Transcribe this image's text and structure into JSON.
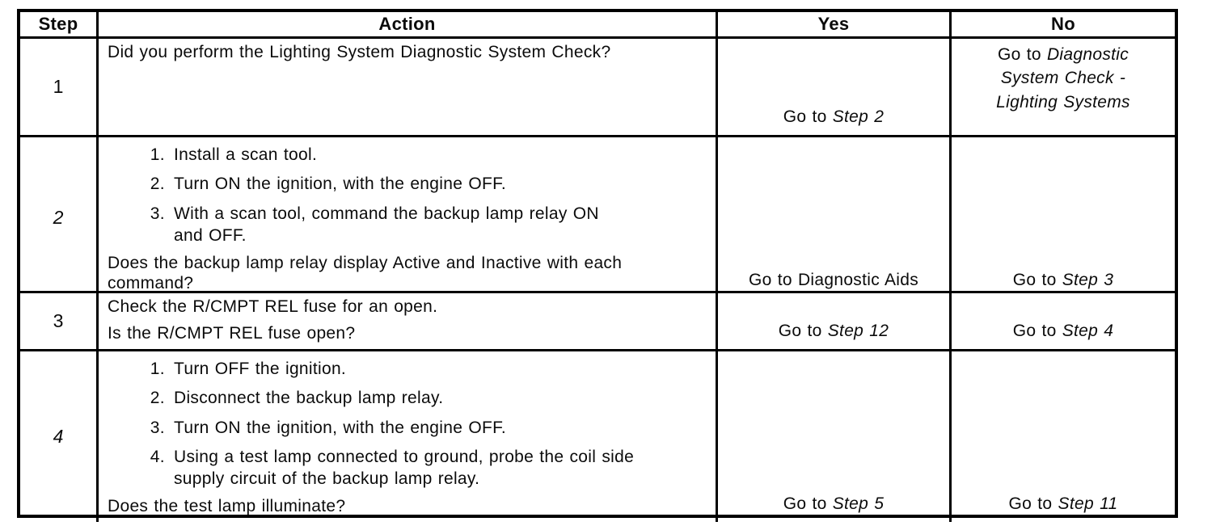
{
  "table": {
    "headers": {
      "step": "Step",
      "action": "Action",
      "yes": "Yes",
      "no": "No"
    },
    "rows": [
      {
        "step": "1",
        "intro": "Did you perform the Lighting System Diagnostic System Check?",
        "items": [],
        "question": "",
        "yes": {
          "prefix": "Go to ",
          "target": "Step 2"
        },
        "no": {
          "prefix": "Go to ",
          "target": "Diagnostic System Check - Lighting Systems"
        }
      },
      {
        "step": "2",
        "intro": "",
        "items": [
          "Install a scan tool.",
          "Turn ON the ignition, with the engine OFF.",
          "With a scan tool, command the backup lamp relay ON\nand OFF."
        ],
        "question": "Does the backup lamp relay display Active and Inactive with each\ncommand?",
        "yes": {
          "prefix": "Go to ",
          "target": "Diagnostic Aids"
        },
        "no": {
          "prefix": "Go to ",
          "target": "Step 3"
        }
      },
      {
        "step": "3",
        "intro": "Check the R/CMPT REL fuse for an open.",
        "items": [],
        "question": "Is the R/CMPT REL fuse open?",
        "yes": {
          "prefix": "Go to ",
          "target": "Step 12"
        },
        "no": {
          "prefix": "Go to ",
          "target": "Step 4"
        }
      },
      {
        "step": "4",
        "intro": "",
        "items": [
          "Turn OFF the ignition.",
          "Disconnect the backup lamp relay.",
          "Turn ON the ignition, with the engine OFF.",
          "Using a test lamp connected to ground, probe the coil side\nsupply circuit of the backup lamp relay."
        ],
        "question": "Does the test lamp illuminate?",
        "yes": {
          "prefix": "Go to ",
          "target": "Step 5"
        },
        "no": {
          "prefix": "Go to ",
          "target": "Step 11"
        }
      }
    ]
  }
}
